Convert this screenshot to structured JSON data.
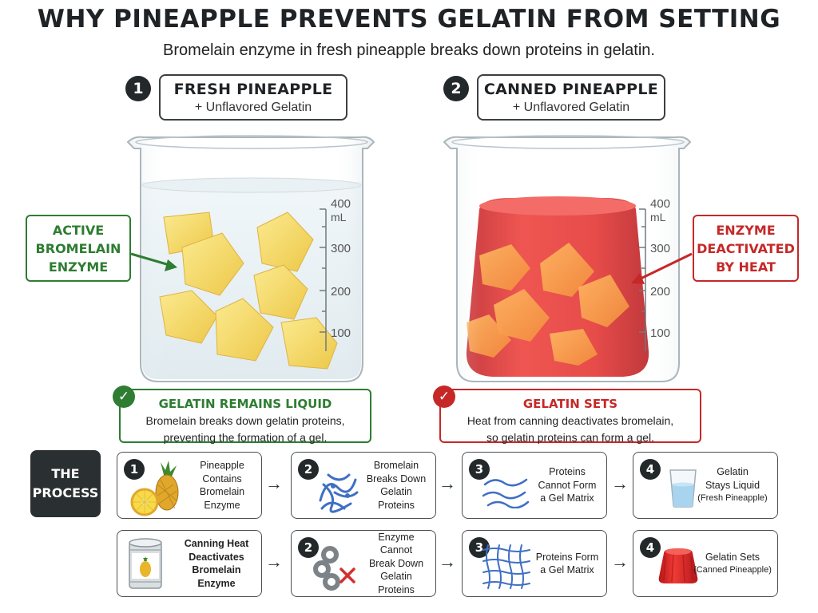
{
  "header": {
    "title": "WHY PINEAPPLE PREVENTS GELATIN FROM SETTING",
    "subtitle": "Bromelain enzyme in fresh pineapple breaks down proteins in gelatin."
  },
  "experiments": [
    {
      "number": "1",
      "title": "FRESH PINEAPPLE",
      "subtitle": "+ Unflavored Gelatin",
      "callout": [
        "ACTIVE",
        "BROMELAIN",
        "ENZYME"
      ],
      "result_title": "GELATIN REMAINS LIQUID",
      "result_text": [
        "Bromelain breaks down gelatin proteins,",
        "preventing the formation of a gel."
      ],
      "result_icon": "check-icon"
    },
    {
      "number": "2",
      "title": "CANNED PINEAPPLE",
      "subtitle": "+ Unflavored Gelatin",
      "callout": [
        "ENZYME",
        "DEACTIVATED",
        "BY HEAT"
      ],
      "result_title": "GELATIN SETS",
      "result_text": [
        "Heat from canning deactivates bromelain,",
        "so gelatin proteins can form a gel."
      ],
      "result_icon": "check-icon"
    }
  ],
  "beaker": {
    "scale_top": "400",
    "scale_unit": "mL",
    "marks": [
      "300",
      "200",
      "100"
    ]
  },
  "process": {
    "label": [
      "THE",
      "PROCESS"
    ],
    "row1": [
      {
        "number": "1",
        "text": [
          "Pineapple",
          "Contains",
          "Bromelain",
          "Enzyme"
        ],
        "icon": "pineapple-icon"
      },
      {
        "number": "2",
        "text": [
          "Bromelain",
          "Breaks Down",
          "Gelatin",
          "Proteins"
        ],
        "icon": "protein-tangle-icon"
      },
      {
        "number": "3",
        "text": [
          "Proteins",
          "Cannot Form",
          "a Gel Matrix"
        ],
        "icon": "loose-strands-icon"
      },
      {
        "number": "4",
        "text": [
          "Gelatin",
          "Stays Liquid"
        ],
        "small": "(Fresh Pineapple)",
        "icon": "liquid-cup-icon"
      }
    ],
    "row2": [
      {
        "number": "",
        "text": [
          "Canning Heat",
          "Deactivates",
          "Bromelain",
          "Enzyme"
        ],
        "icon": "can-icon"
      },
      {
        "number": "2",
        "text": [
          "Enzyme Cannot",
          "Break Down",
          "Gelatin",
          "Proteins"
        ],
        "icon": "blocked-enzyme-icon"
      },
      {
        "number": "3",
        "text": [
          "Proteins Form",
          "a Gel Matrix"
        ],
        "icon": "gel-matrix-icon"
      },
      {
        "number": "4",
        "text": [
          "Gelatin Sets"
        ],
        "small": "(Canned Pineapple)",
        "icon": "jelly-icon"
      }
    ]
  },
  "colors": {
    "green": "#2e7d32",
    "red": "#c62828",
    "dark": "#23282b",
    "pineapple": "#f4d03f",
    "jelly": "#e0302e"
  }
}
